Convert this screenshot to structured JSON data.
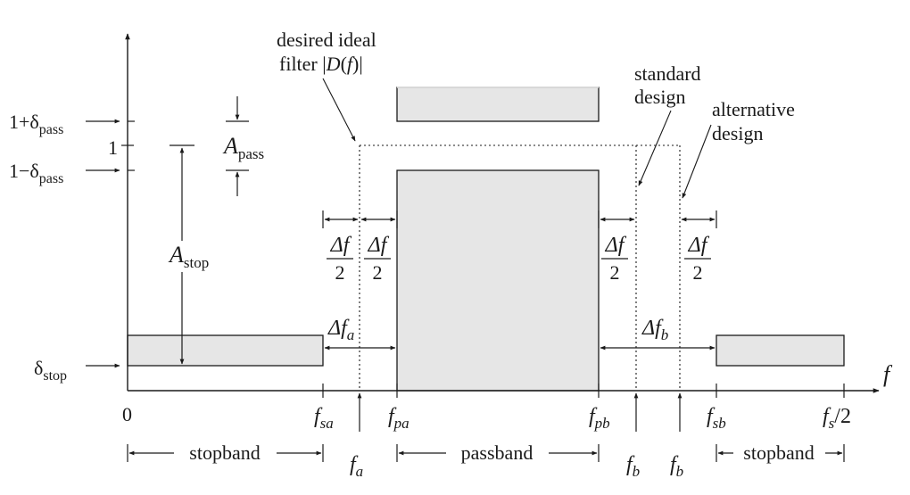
{
  "labels": {
    "desired_line1": "desired  ideal",
    "desired_line2": "filter  |",
    "desired_D": "D",
    "desired_paren_open": "(",
    "desired_f": "f",
    "desired_paren_close": ")|",
    "standard_line1": "standard",
    "standard_line2": "design",
    "alternative_line1": "alternative",
    "alternative_line2": "design"
  },
  "left_axis": {
    "plus_base": "1+δ",
    "plus_sub": "pass",
    "one": "1",
    "minus_base": "1−δ",
    "minus_sub": "pass",
    "stop_base": "δ",
    "stop_sub": "stop"
  },
  "annot": {
    "a_pass_base": "A",
    "a_pass_sub": "pass",
    "a_stop_base": "A",
    "a_stop_sub": "stop"
  },
  "delta_half": {
    "num": "Δf",
    "den": "2"
  },
  "delta_fa": {
    "base": "Δf",
    "sub": "a"
  },
  "delta_fb": {
    "base": "Δf",
    "sub": "b"
  },
  "x_axis": {
    "f_label": "f",
    "zero": "0",
    "fsa_base": "f",
    "fsa_sub": "sa",
    "fpa_base": "f",
    "fpa_sub": "pa",
    "fpb_base": "f",
    "fpb_sub": "pb",
    "fsb_base": "f",
    "fsb_sub": "sb",
    "fs2_base": "f",
    "fs2_sub": "s",
    "fs2_tail": "/2",
    "fa_base": "f",
    "fa_sub": "a",
    "fb_base": "f",
    "fb_sub": "b"
  },
  "bands": {
    "stopband_left": "stopband",
    "passband": "passband",
    "stopband_right": "stopband"
  },
  "colors": {
    "shade": "#e6e6e6",
    "stroke": "#1a1a1a"
  }
}
